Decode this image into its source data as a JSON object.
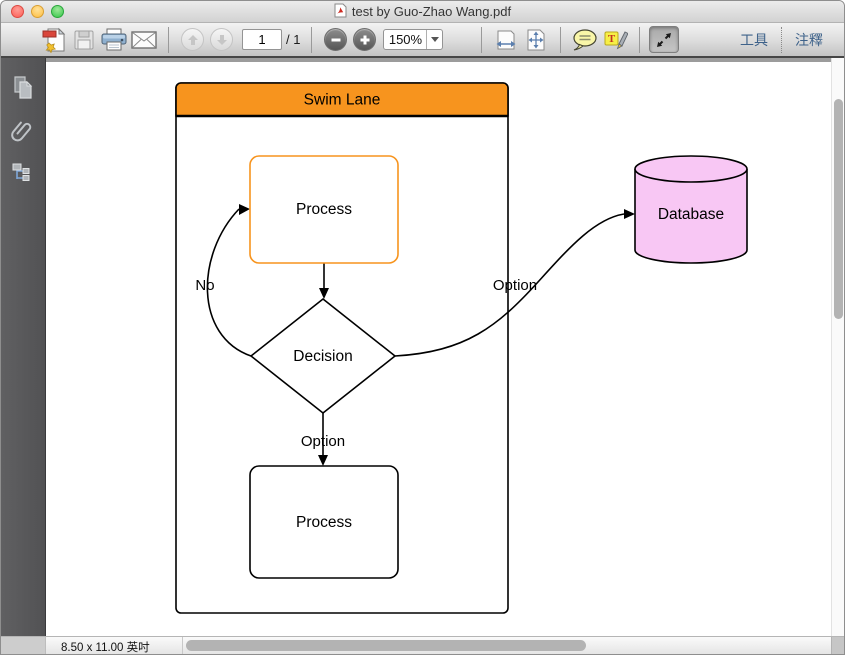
{
  "window": {
    "title": "test by Guo-Zhao Wang.pdf"
  },
  "toolbar": {
    "page_current": "1",
    "page_total": "/ 1",
    "zoom_level": "150%",
    "tools_label": "工具",
    "comments_label": "注釋"
  },
  "statusbar": {
    "page_size": "8.50 x 11.00 英吋"
  },
  "diagram": {
    "swimlane_title": "Swim Lane",
    "nodes": {
      "process_top": "Process",
      "decision": "Decision",
      "process_bottom": "Process",
      "database": "Database"
    },
    "edge_labels": {
      "no": "No",
      "option_to_database": "Option",
      "option_down": "Option"
    },
    "colors": {
      "swimlane_header": "#F7941E",
      "process_top_border": "#F7941E",
      "database_fill": "#F8C7F4",
      "node_fill": "#FFFFFF",
      "line": "#000000"
    }
  }
}
